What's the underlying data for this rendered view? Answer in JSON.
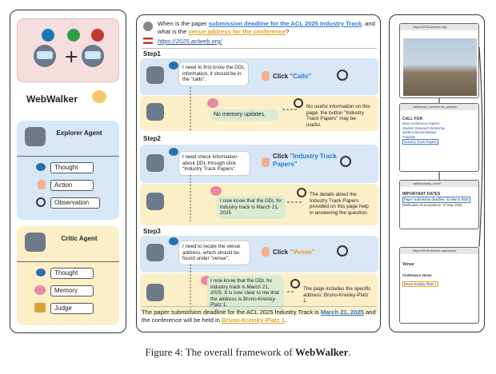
{
  "left": {
    "brand": "WebWalker",
    "explorer": {
      "title": "Explorer Agent",
      "items": [
        "Thought",
        "Action",
        "Observation"
      ]
    },
    "critic": {
      "title": "Critic Agent",
      "items": [
        "Thought",
        "Memory",
        "Judge"
      ]
    }
  },
  "query": {
    "p1": "When is the paper ",
    "h1": "submission deadline for the ACL 2025 Industry Track",
    "p2": ", and what is the ",
    "h2": "venue address for the conference",
    "p3": "?",
    "url": "https://2025.aclweb.org/"
  },
  "steps": [
    {
      "label": "Step1",
      "thought": "I need to first know the DDL information, it should be in the \"calls\".",
      "action_prefix": "Click",
      "action_target": "\"Calls\"",
      "observation": "No useful information on this page, the button \"Industry Track Papers\" may be useful.",
      "memory": "No memory updates."
    },
    {
      "label": "Step2",
      "thought": "I need check information about DDL through click \"Industry Track Papers\".",
      "action_prefix": "Click",
      "action_target": "\"Industry Track Papers\"",
      "observation": "The details about the Industry Track Papers provided on this page help in answering the question.",
      "memory": "I now know that the DDL for industry track is March 21, 2025"
    },
    {
      "label": "Step3",
      "thought": "I need to locate the venue address, which should be found under \"venue\".",
      "action_prefix": "Click",
      "action_target": "\"Venue\"",
      "observation": "The page includes the specific address: Bruno-Kreisky-Platz 1.",
      "memory": "I now know that the DDL for industry track is March 21, 2025. It is now clear to me that the address is Bruno-Kreisky-Platz 1."
    }
  ],
  "answer": {
    "p1": "The paper submission deadline for the ACL 2025 Industry Track is ",
    "h1": "March 21, 2025",
    "p2": " and the conference will be held in ",
    "h2": "Bruno-Kreisky-Platz 1",
    "p3": "."
  },
  "pages": [
    {
      "url": "https://2025.aclweb.org/"
    },
    {
      "url": "calls/main_conference_papers/",
      "heading": "CALL FOR",
      "lines": [
        "Main Conference Papers",
        "Student Research Workshop",
        "System Demonstration",
        "Tutorials"
      ],
      "link": "Industry Track Papers"
    },
    {
      "url": "calls/industry_track/",
      "heading": "IMPORTANT DATES",
      "highlight": "Paper submission deadline: 21 March 2025",
      "note": "Notification of acceptance: 07 May 2025"
    },
    {
      "url": "https://2025.aclweb.org/venue/",
      "heading": "Venue",
      "sub": "Conference Venue",
      "highlight": "Bruno-Kreisky-Platz 1"
    }
  ],
  "caption": {
    "prefix": "Figure 4: The overall framework of ",
    "name": "WebWalker",
    "suffix": "."
  },
  "colors": {
    "blue_band": "#d7e7f6",
    "yellow_band": "#fcefc8",
    "green_bubble": "#d9ecd2",
    "link_blue": "#2a7bd1",
    "answer_orange": "#e0a21b"
  }
}
